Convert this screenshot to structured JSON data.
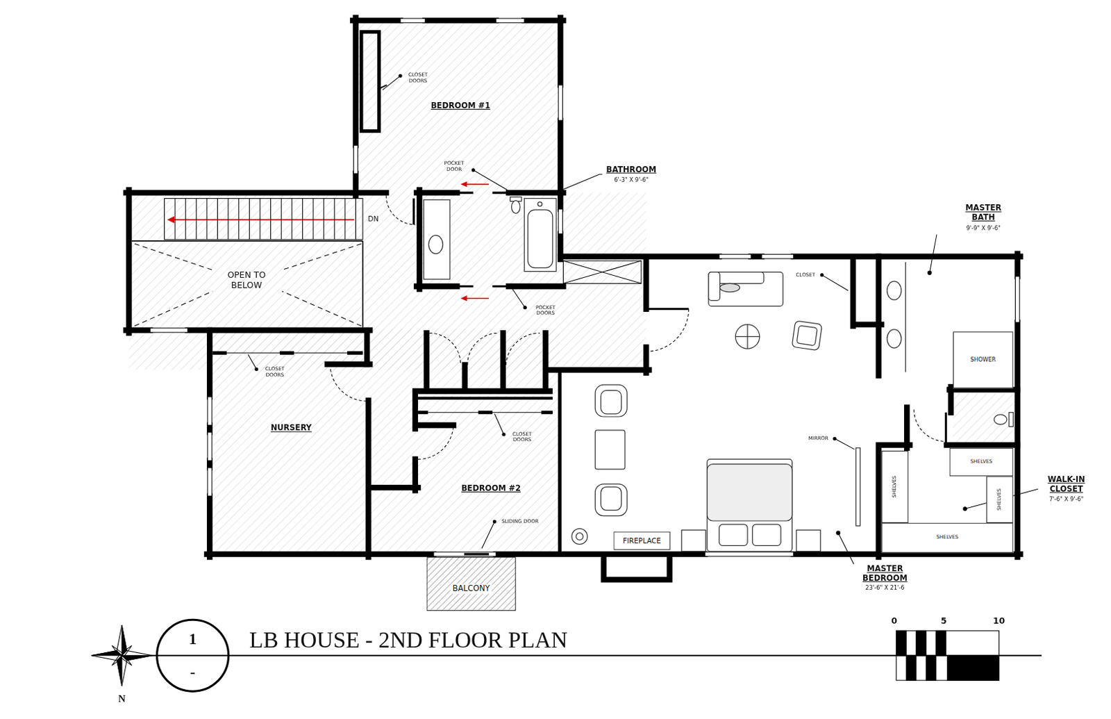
{
  "diagram": {
    "title": "LB HOUSE - 2ND FLOOR PLAN",
    "nodes": [
      {
        "text": [
          "BALCONY"
        ]
      },
      {
        "text": [
          "FIREPLACE"
        ]
      },
      {
        "text": [
          "SHOWER"
        ]
      },
      {
        "text": [
          "SHELVES"
        ]
      },
      {
        "text": [
          "SHELVES"
        ]
      },
      {
        "text": [
          "SHELVES"
        ]
      },
      {
        "text": [
          "SHELVES"
        ]
      },
      {
        "text": [
          "1",
          "-"
        ]
      }
    ],
    "labels": [
      "BEDROOM #1",
      "CLOSET DOORS",
      "POCKET DOOR",
      "BATHROOM",
      "6'-3\" X 9'-6\"",
      "DN",
      "OPEN TO BELOW",
      "POCKET DOORS",
      "CLOSET DOORS",
      "NURSERY",
      "CLOSET DOORS",
      "BEDROOM #2",
      "SLIDING DOOR",
      "CLOSET",
      "MASTER BATH",
      "9'-9\" X 9'-6\"",
      "MIRROR",
      "WALK-IN CLOSET",
      "7'-6\" X 9'-6\"",
      "MASTER BEDROOM",
      "23'-6\" X 21'-6",
      "0",
      "5",
      "10",
      "N"
    ]
  }
}
